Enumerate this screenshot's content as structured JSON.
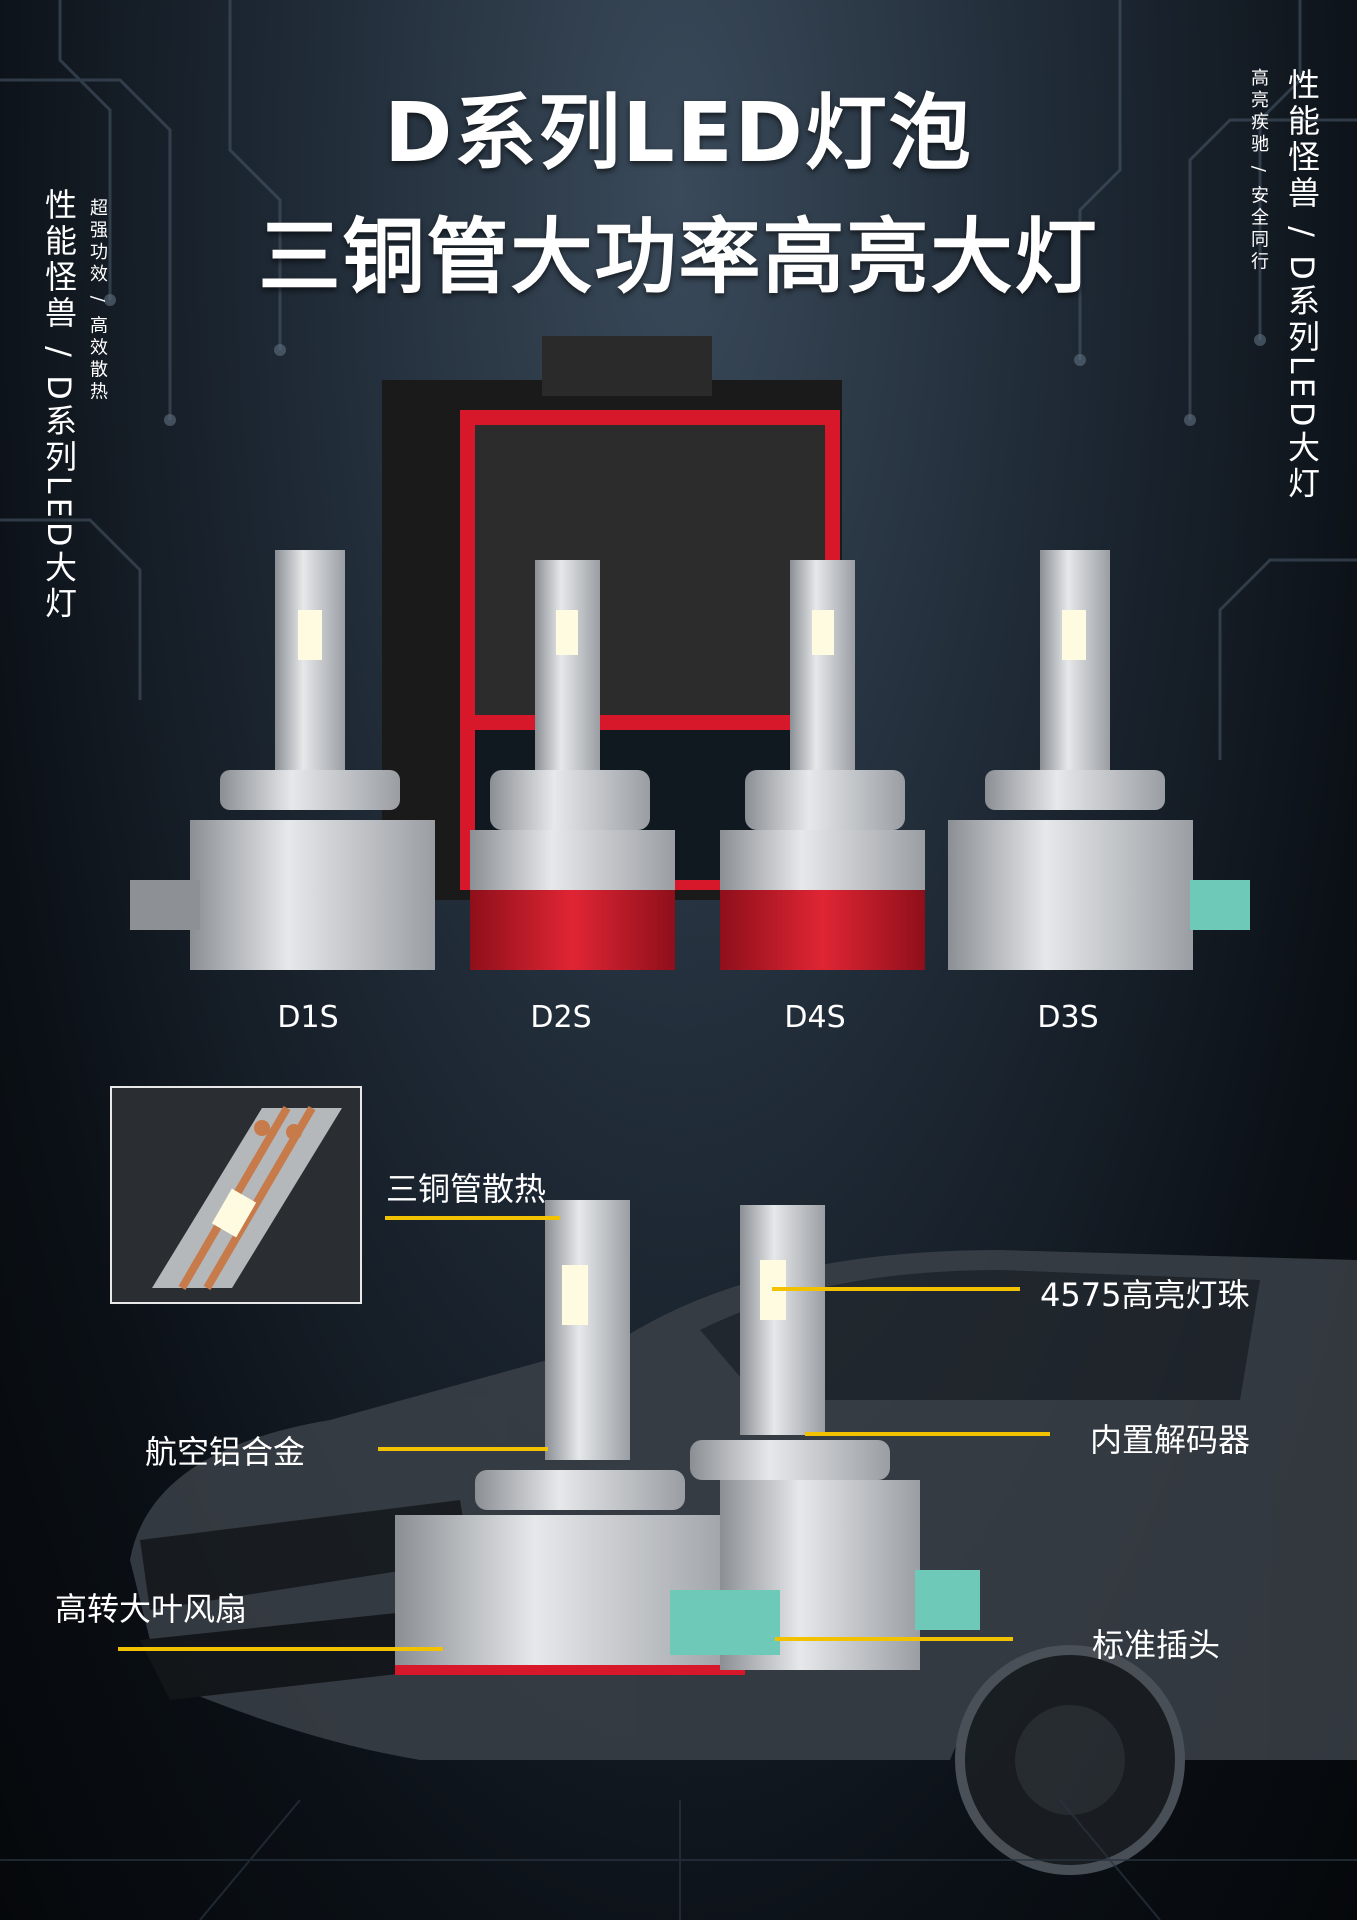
{
  "header": {
    "title_line1": "D系列LED灯泡",
    "title_line2": "三铜管大功率高亮大灯"
  },
  "side_left": {
    "slogan": "性能怪兽 / D系列LED大灯",
    "subtitle": "超强功效 / 高效散热"
  },
  "side_right": {
    "slogan": "性能怪兽 / D系列LED大灯",
    "subtitle": "高亮疾驰 / 安全同行"
  },
  "products": [
    {
      "model": "D1S"
    },
    {
      "model": "D2S"
    },
    {
      "model": "D4S"
    },
    {
      "model": "D3S"
    }
  ],
  "features": {
    "copper_pipes": "三铜管散热",
    "led_chip": "4575高亮灯珠",
    "aluminum": "航空铝合金",
    "decoder": "内置解码器",
    "fan": "高转大叶风扇",
    "plug": "标准插头"
  },
  "colors": {
    "callout_line": "#f2c200",
    "box_red": "#d6182a",
    "plug_teal": "#6fc9b8"
  }
}
